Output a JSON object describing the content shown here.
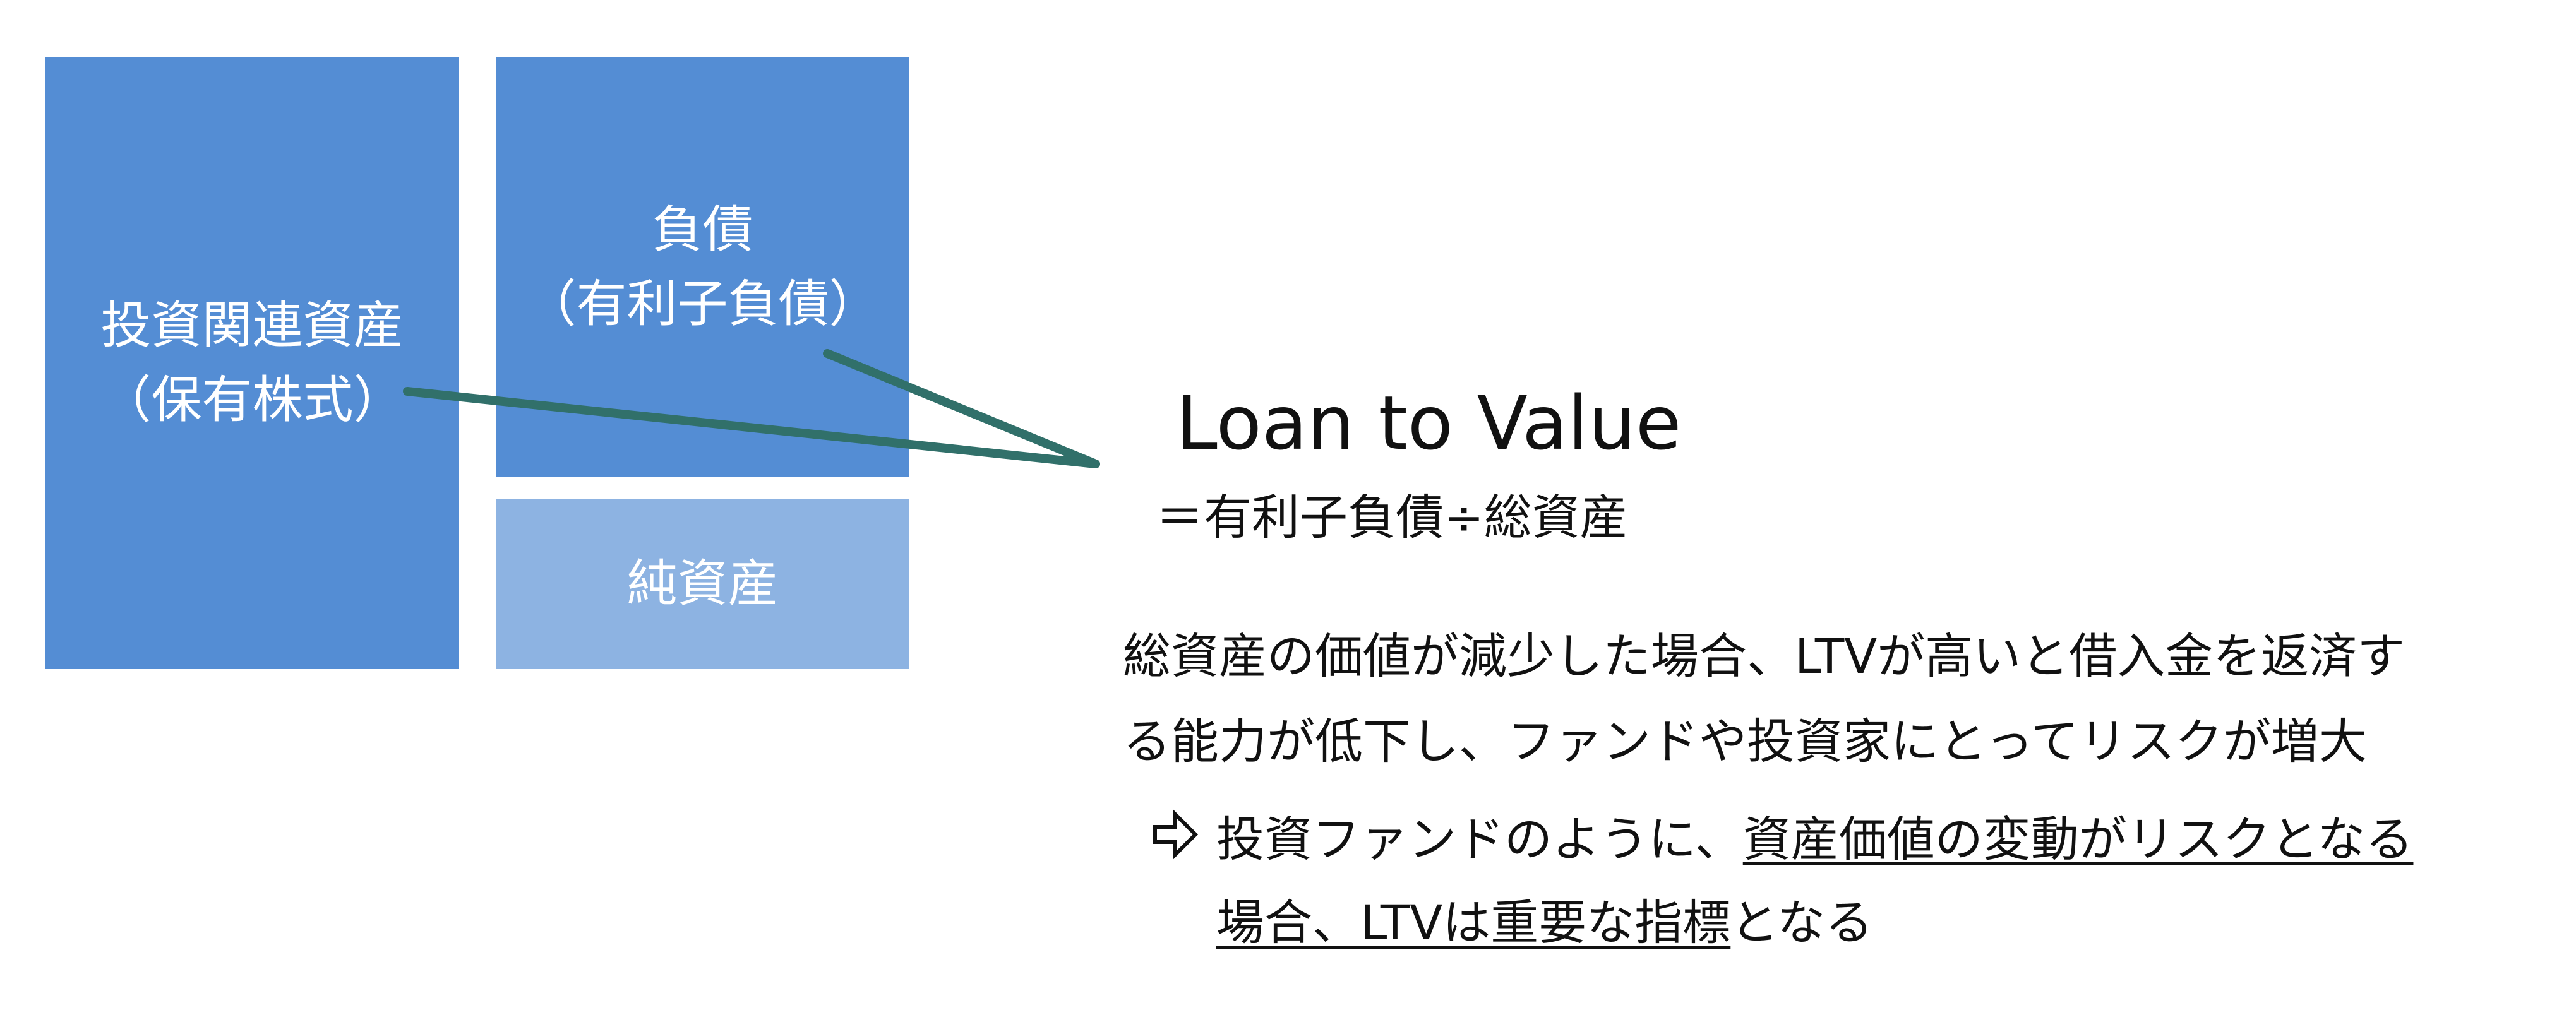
{
  "colors": {
    "box_primary": "#548DD4",
    "box_secondary": "#8DB3E2",
    "connector": "#31706A",
    "text": "#111111"
  },
  "balance_sheet": {
    "asset_line1": "投資関連資産",
    "asset_line2": "（保有株式）",
    "liability_line1": "負債",
    "liability_line2": "（有利子負債）",
    "equity": "純資産"
  },
  "ltv": {
    "title": "Loan to Value",
    "formula": "＝有利子負債÷総資産"
  },
  "description": {
    "line1": "総資産の価値が減少した場合、LTVが高いと借入金を返済す",
    "line2": "る能力が低下し、ファンドや投資家にとってリスクが増大"
  },
  "conclusion": {
    "arrow_icon": "outline-right-arrow",
    "line1_plain": "投資ファンドのように、",
    "line1_underlined": "資産価値の変動がリスクとなる",
    "line2_underlined": "場合、LTVは重要な指標",
    "line2_plain": "となる"
  }
}
